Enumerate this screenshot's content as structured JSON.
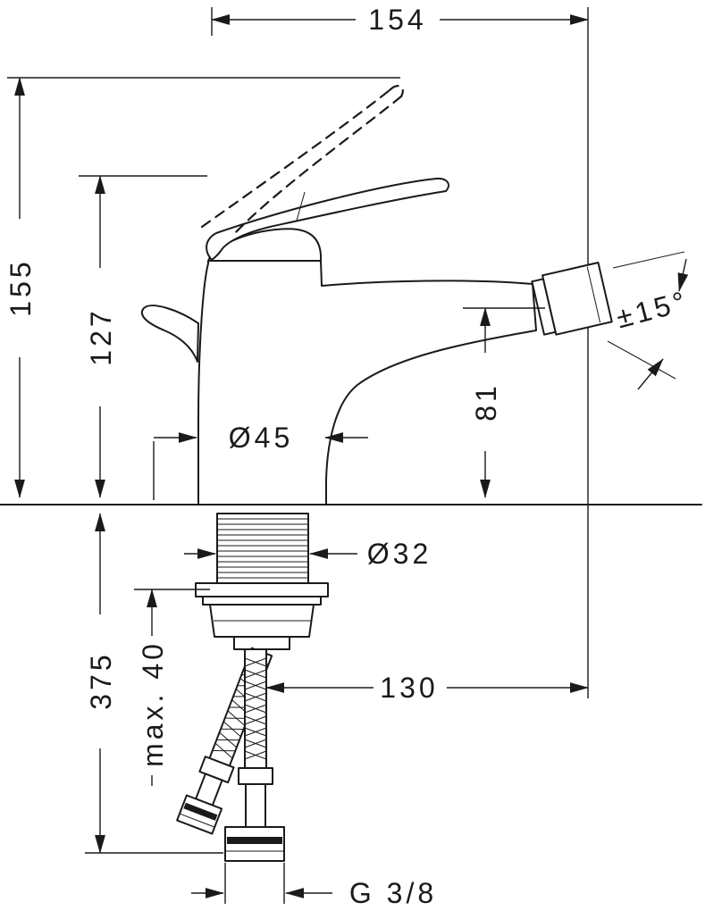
{
  "meta": {
    "type": "technical-dimension-drawing",
    "subject": "single-lever bidet mixer with pop-up waste, installation dimensions"
  },
  "colors": {
    "line": "#1a1a1a",
    "background": "#ffffff"
  },
  "dimensions": {
    "overall_width": "154",
    "total_height": "155",
    "handle_height": "127",
    "base_diameter": "Ø45",
    "spout_height": "81",
    "spray_angle": "±15°",
    "shank_diameter": "Ø32",
    "hose_length": "375",
    "max_deck_thickness": "max. 40",
    "hose_offset": "130",
    "connection_thread": "G 3/8"
  }
}
